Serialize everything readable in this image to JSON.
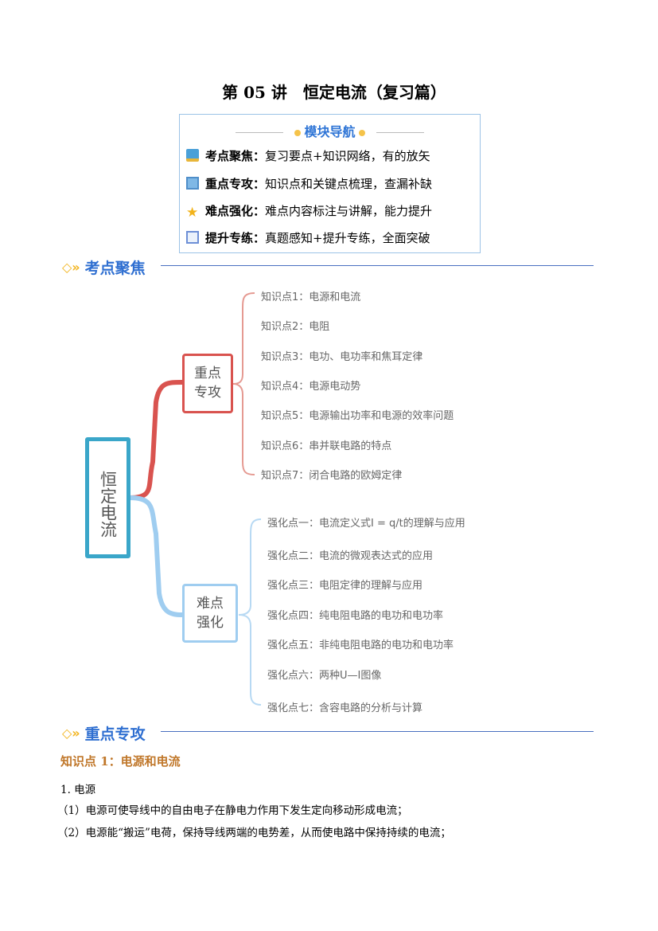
{
  "title": "第 05 讲　恒定电流（复习篇）",
  "nav": {
    "heading": "模块导航",
    "rows": [
      {
        "icon": "map-icon",
        "label": "考点聚焦：",
        "text": "复习要点+知识网络，有的放矢"
      },
      {
        "icon": "book-icon",
        "label": "重点专攻：",
        "text": "知识点和关键点梳理，查漏补缺"
      },
      {
        "icon": "star-icon",
        "label": "难点强化：",
        "text": "难点内容标注与讲解，能力提升"
      },
      {
        "icon": "tablet-icon",
        "label": "提升专练：",
        "text": "真题感知+提升专练，全面突破"
      }
    ]
  },
  "section1": "考点聚焦",
  "mindmap": {
    "root": "恒定电流",
    "branch1": "重点专攻",
    "branch2": "难点强化",
    "branch1_items": [
      "知识点1：电源和电流",
      "知识点2：电阻",
      "知识点3：电功、电功率和焦耳定律",
      "知识点4：电源电动势",
      "知识点5：电源输出功率和电源的效率问题",
      "知识点6：串并联电路的特点",
      "知识点7：闭合电路的欧姆定律"
    ],
    "branch2_items": [
      "强化点一：电流定义式I = q/t的理解与应用",
      "强化点二：电流的微观表达式的应用",
      "强化点三：电阻定律的理解与应用",
      "强化点四：纯电阻电路的电功和电功率",
      "强化点五：非纯电阻电路的电功和电功率",
      "强化点六：两种U—I图像",
      "强化点七：含容电路的分析与计算"
    ]
  },
  "section2": "重点专攻",
  "kp1_heading": "知识点 1：电源和电流",
  "paragraphs": [
    "1. 电源",
    "（1）电源可使导线中的自由电子在静电力作用下发生定向移动形成电流；",
    "（2）电源能“搬运”电荷，保持导线两端的电势差，从而使电路中保持持续的电流；"
  ],
  "colors": {
    "accent": "#2f6fd1",
    "red": "#d9534f",
    "blue": "#9fcdf0",
    "teal": "#3aa6c9",
    "kp": "#c0772a"
  }
}
